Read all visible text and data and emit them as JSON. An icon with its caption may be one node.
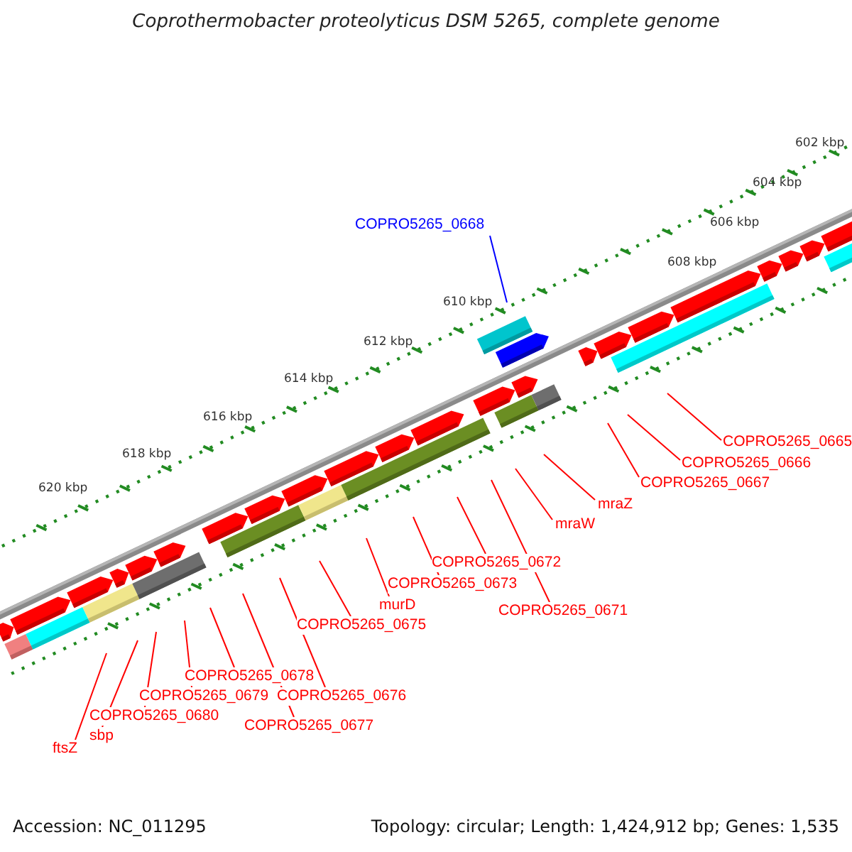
{
  "diagram": {
    "title": "Coprothermobacter proteolyticus DSM 5265, complete genome",
    "nodes": [
      {
        "text": [
          "COPRO5265_0668"
        ]
      },
      {
        "text": [
          "COPRO5265_0665"
        ]
      },
      {
        "text": [
          "COPRO5265_0666"
        ]
      },
      {
        "text": [
          "COPRO5265_0667"
        ]
      },
      {
        "text": [
          "mraZ"
        ]
      },
      {
        "text": [
          "mraW"
        ]
      },
      {
        "text": [
          "COPRO5265_0672"
        ]
      },
      {
        "text": [
          "COPRO5265_0673"
        ]
      },
      {
        "text": [
          "murD"
        ]
      },
      {
        "text": [
          "COPRO5265_0671"
        ]
      },
      {
        "text": [
          "COPRO5265_0675"
        ]
      },
      {
        "text": [
          "COPRO5265_0678"
        ]
      },
      {
        "text": [
          "COPRO5265_0676"
        ]
      },
      {
        "text": [
          "COPRO5265_0679"
        ]
      },
      {
        "text": [
          "COPRO5265_0680"
        ]
      },
      {
        "text": [
          "COPRO5265_0677"
        ]
      },
      {
        "text": [
          "sbp"
        ]
      },
      {
        "text": [
          "ftsZ"
        ]
      }
    ],
    "edges": [
      {
        "from": 0,
        "to": null,
        "arrow": "none",
        "color": "#0000ff"
      },
      {
        "from": 1,
        "to": null,
        "arrow": "none"
      },
      {
        "from": 2,
        "to": null,
        "arrow": "none"
      },
      {
        "from": 3,
        "to": null,
        "arrow": "none"
      },
      {
        "from": 4,
        "to": null,
        "arrow": "none"
      },
      {
        "from": 5,
        "to": null,
        "arrow": "none"
      },
      {
        "from": 6,
        "to": null,
        "arrow": "none"
      },
      {
        "from": 7,
        "to": null,
        "arrow": "none"
      },
      {
        "from": 8,
        "to": null,
        "arrow": "none"
      },
      {
        "from": 9,
        "to": null,
        "arrow": "none"
      },
      {
        "from": 10,
        "to": null,
        "arrow": "none"
      },
      {
        "from": 11,
        "to": null,
        "arrow": "none"
      },
      {
        "from": 12,
        "to": null,
        "arrow": "none"
      },
      {
        "from": 13,
        "to": null,
        "arrow": "none"
      },
      {
        "from": 14,
        "to": null,
        "arrow": "none"
      },
      {
        "from": 15,
        "to": null,
        "arrow": "none"
      },
      {
        "from": 16,
        "to": null,
        "arrow": "none"
      },
      {
        "from": 17,
        "to": null,
        "arrow": "none"
      }
    ],
    "labels": [
      "602 kbp",
      "604 kbp",
      "606 kbp",
      "608 kbp",
      "610 kbp",
      "612 kbp",
      "614 kbp",
      "616 kbp",
      "618 kbp",
      "620 kbp",
      "Accession: NC_011295",
      "Topology: circular; Length: 1,424,912 bp; Genes: 1,535"
    ]
  }
}
